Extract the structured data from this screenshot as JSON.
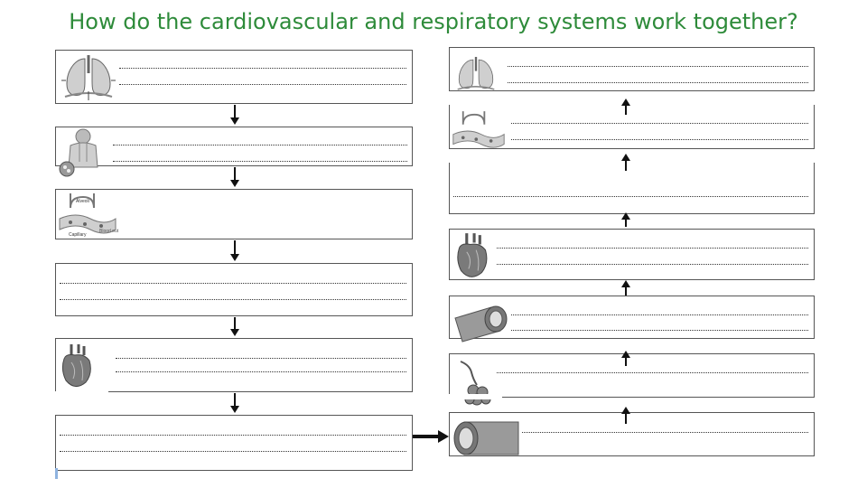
{
  "title": "How do the cardiovascular and respiratory systems work together?",
  "icons": {
    "lungs": "lungs-diagram",
    "head_airway": "head-airway-diagram",
    "alveolus": "alveolus-capillary-diagram",
    "heart": "heart-diagram",
    "artery": "artery-cross-section",
    "capillary": "capillary-bed",
    "vein": "vein-cross-section"
  },
  "alveolus_labels": {
    "alveoli": "Alveoli",
    "capillary": "Capillary",
    "blood_out": "Blood out"
  },
  "colors": {
    "title": "#2e8b3a",
    "border": "#555555"
  }
}
